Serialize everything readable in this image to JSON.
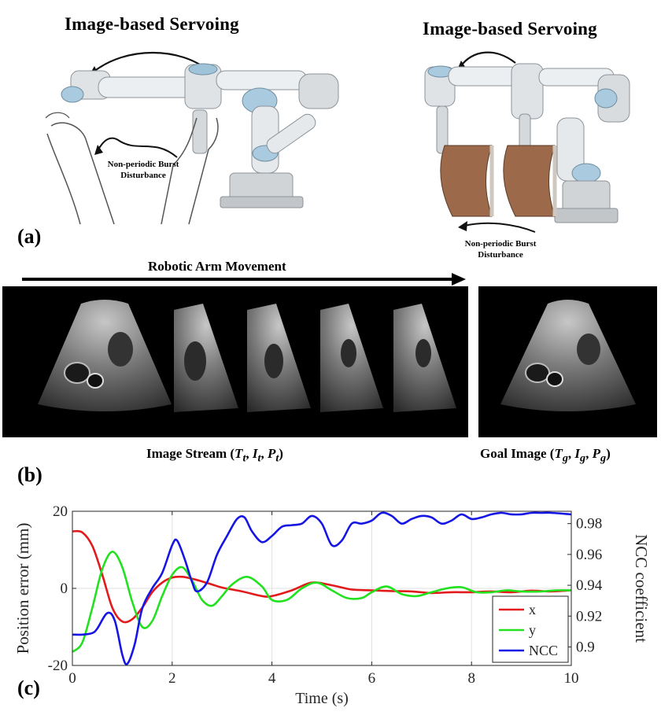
{
  "panel_a": {
    "label": "(a)",
    "left_title": "Image-based Servoing",
    "right_title": "Image-based Servoing",
    "left_note_line1": "Non-periodic Burst",
    "left_note_line2": "Disturbance",
    "right_note_line1": "Non-periodic Burst",
    "right_note_line2": "Disturbance"
  },
  "panel_b": {
    "label": "(b)",
    "arrow_label": "Robotic Arm Movement",
    "stream_caption_prefix": "Image Stream (",
    "stream_t": "T",
    "stream_t_sub": "t",
    "stream_i": "I",
    "stream_i_sub": "t",
    "stream_p": "P",
    "stream_p_sub": "t",
    "goal_caption_prefix": "Goal Image (",
    "goal_t": "T",
    "goal_t_sub": "g",
    "goal_i": "I",
    "goal_i_sub": "g",
    "goal_p": "P",
    "goal_p_sub": "g",
    "sep": ",",
    "close_paren": ")"
  },
  "panel_c": {
    "label": "(c)"
  },
  "colors": {
    "x": "#e31a1c",
    "y": "#22e11e",
    "ncc": "#1515e6"
  },
  "chart_data": {
    "type": "line",
    "xlabel": "Time (s)",
    "ylabel": "Position error (mm)",
    "y2label": "NCC coefficient",
    "xlim": [
      0,
      10
    ],
    "ylim": [
      -20,
      20
    ],
    "y2lim": [
      0.888,
      0.988
    ],
    "xticks": [
      0,
      2,
      4,
      6,
      8,
      10
    ],
    "yticks": [
      -20,
      0,
      20
    ],
    "y2ticks": [
      0.9,
      0.92,
      0.94,
      0.96,
      0.98
    ],
    "grid": true,
    "legend": "bottom-right",
    "series": [
      {
        "name": "x",
        "axis": "left",
        "x": [
          0,
          0.2,
          0.4,
          0.6,
          0.8,
          1.0,
          1.2,
          1.4,
          1.6,
          1.8,
          2.0,
          2.2,
          2.4,
          2.6,
          2.8,
          3.0,
          3.4,
          3.8,
          4.0,
          4.4,
          4.8,
          5.2,
          5.6,
          6.0,
          6.4,
          6.8,
          7.2,
          7.6,
          8.0,
          8.4,
          8.8,
          9.2,
          9.6,
          10.0
        ],
        "values": [
          14.8,
          14.5,
          11.0,
          3.5,
          -5.0,
          -8.6,
          -8.0,
          -5.0,
          -1.0,
          1.5,
          2.8,
          3.0,
          2.5,
          1.8,
          1.0,
          0.2,
          -0.8,
          -2.0,
          -2.0,
          -0.5,
          1.5,
          0.8,
          -0.3,
          -0.5,
          -0.7,
          -0.8,
          -1.2,
          -1.0,
          -1.0,
          -0.8,
          -1.0,
          -0.6,
          -0.8,
          -0.5
        ]
      },
      {
        "name": "y",
        "axis": "left",
        "x": [
          0,
          0.2,
          0.4,
          0.6,
          0.8,
          1.0,
          1.2,
          1.4,
          1.6,
          1.8,
          2.0,
          2.2,
          2.4,
          2.6,
          2.8,
          3.0,
          3.2,
          3.5,
          3.8,
          4.0,
          4.3,
          4.6,
          4.9,
          5.2,
          5.5,
          5.8,
          6.0,
          6.3,
          6.6,
          6.9,
          7.2,
          7.5,
          7.8,
          8.1,
          8.4,
          8.7,
          9.0,
          9.4,
          9.7,
          10.0
        ],
        "values": [
          -16.5,
          -14.0,
          -5.0,
          5.0,
          9.5,
          5.5,
          -3.5,
          -10.0,
          -8.5,
          -2.0,
          3.5,
          5.5,
          2.0,
          -3.0,
          -4.5,
          -2.0,
          1.0,
          3.0,
          0.5,
          -3.0,
          -3.0,
          0.0,
          1.5,
          -0.5,
          -2.5,
          -2.5,
          -1.0,
          0.5,
          -1.5,
          -2.0,
          -1.0,
          0.0,
          0.3,
          -1.0,
          -1.0,
          -0.5,
          -0.8,
          -0.8,
          -0.5,
          -0.5
        ]
      },
      {
        "name": "NCC",
        "axis": "right",
        "x": [
          0,
          0.2,
          0.4,
          0.5,
          0.7,
          0.85,
          1.0,
          1.1,
          1.25,
          1.4,
          1.6,
          1.8,
          2.0,
          2.1,
          2.25,
          2.4,
          2.5,
          2.7,
          2.9,
          3.1,
          3.3,
          3.45,
          3.6,
          3.8,
          4.0,
          4.2,
          4.4,
          4.6,
          4.8,
          5.0,
          5.2,
          5.4,
          5.6,
          5.8,
          6.0,
          6.2,
          6.4,
          6.6,
          6.8,
          7.0,
          7.2,
          7.4,
          7.6,
          7.8,
          8.0,
          8.2,
          8.4,
          8.6,
          8.8,
          9.0,
          9.2,
          9.4,
          9.6,
          10.0
        ],
        "values": [
          0.908,
          0.908,
          0.909,
          0.912,
          0.922,
          0.917,
          0.895,
          0.889,
          0.902,
          0.925,
          0.938,
          0.948,
          0.966,
          0.969,
          0.957,
          0.942,
          0.936,
          0.942,
          0.96,
          0.972,
          0.983,
          0.984,
          0.975,
          0.968,
          0.972,
          0.978,
          0.979,
          0.98,
          0.985,
          0.98,
          0.966,
          0.969,
          0.98,
          0.98,
          0.982,
          0.987,
          0.985,
          0.98,
          0.983,
          0.985,
          0.984,
          0.98,
          0.982,
          0.986,
          0.983,
          0.984,
          0.986,
          0.987,
          0.986,
          0.986,
          0.987,
          0.987,
          0.987,
          0.986
        ]
      }
    ]
  }
}
